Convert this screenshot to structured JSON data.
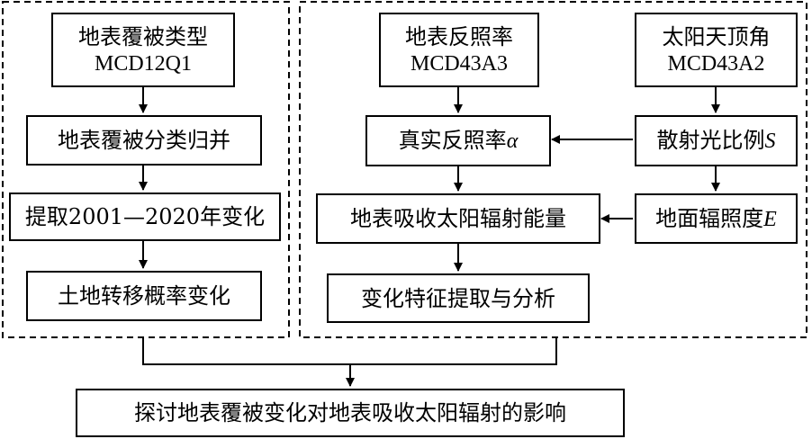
{
  "left_column": {
    "box1": {
      "line1": "地表覆被类型",
      "line2": "MCD12Q1"
    },
    "box2": "地表覆被分类归并",
    "box3": "提取2001—2020年变化",
    "box4": "土地转移概率变化"
  },
  "right_column": {
    "albedo": {
      "line1": "地表反照率",
      "line2": "MCD43A3"
    },
    "zenith": {
      "line1": "太阳天顶角",
      "line2": "MCD43A2"
    },
    "true_albedo": {
      "text": "真实反照率",
      "var": "α"
    },
    "diffuse_ratio": {
      "text": "散射光比例",
      "var": "S"
    },
    "absorbed_energy": "地表吸收太阳辐射能量",
    "irradiance": {
      "text": "地面辐照度",
      "var": "E"
    },
    "feature_extraction": "变化特征提取与分析"
  },
  "bottom": "探讨地表覆被变化对地表吸收太阳辐射的影响"
}
